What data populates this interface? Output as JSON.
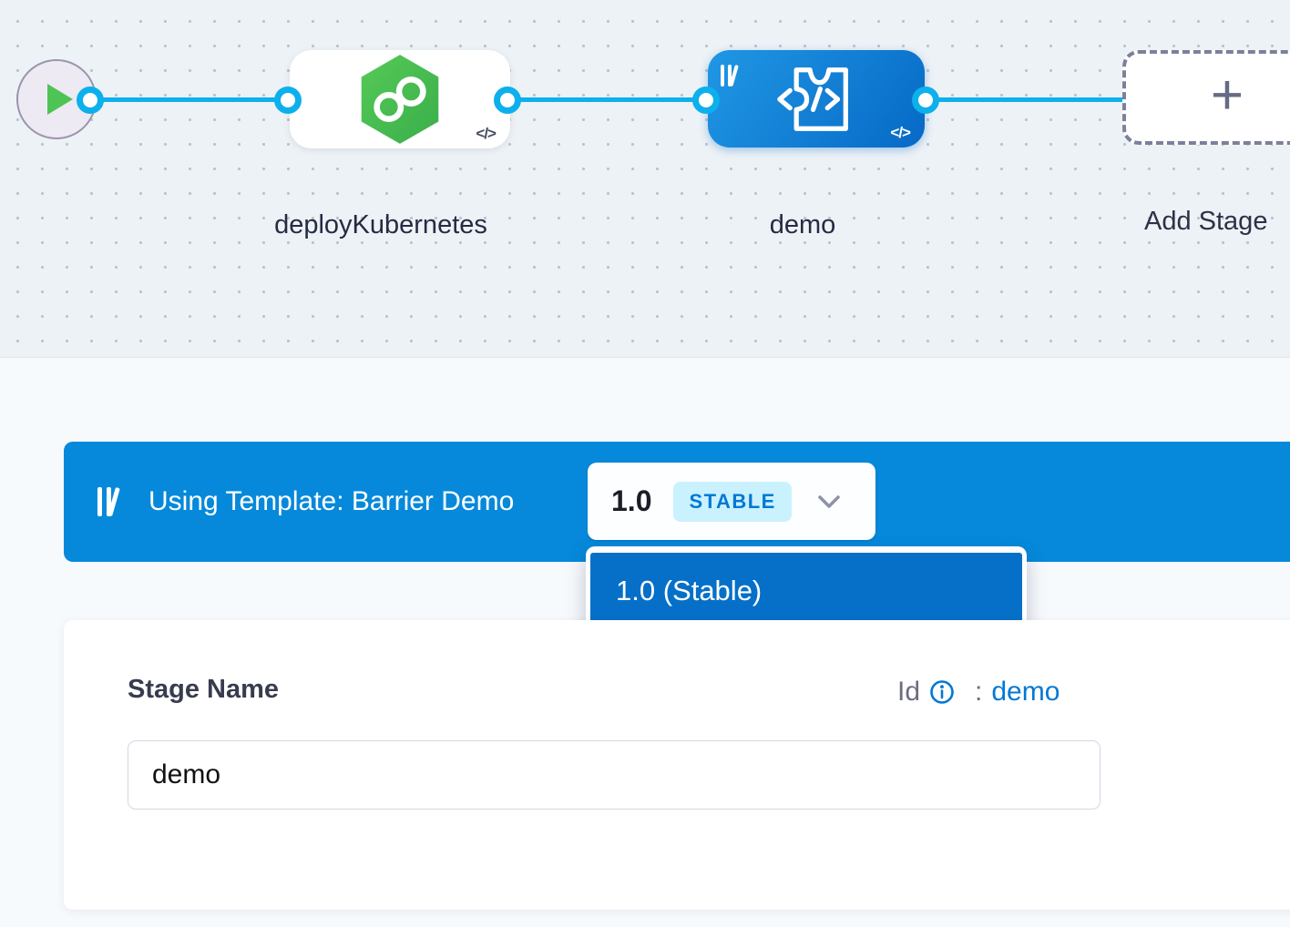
{
  "canvas": {
    "nodes": [
      {
        "label": "deployKubernetes",
        "code_badge": "</>"
      },
      {
        "label": "demo",
        "code_badge": "</>"
      }
    ],
    "add_stage_label": "Add Stage"
  },
  "template_banner": {
    "label": "Using Template: Barrier Demo",
    "version": "1.0",
    "version_badge": "STABLE"
  },
  "version_dropdown": {
    "items": [
      {
        "label": "1.0 (Stable)",
        "selected": true
      }
    ]
  },
  "stage_form": {
    "name_label": "Stage Name",
    "id_label": "Id",
    "id_separator": ":",
    "id_value": "demo",
    "name_value": "demo"
  },
  "colors": {
    "edge_blue": "#0db0ec",
    "banner_blue": "#0689da",
    "dropdown_item_blue": "#0670c8",
    "accent_blue": "#0278d5",
    "stable_badge_bg": "#c9f2fe",
    "node_green": "#45bf4f",
    "play_green": "#4ec455"
  }
}
